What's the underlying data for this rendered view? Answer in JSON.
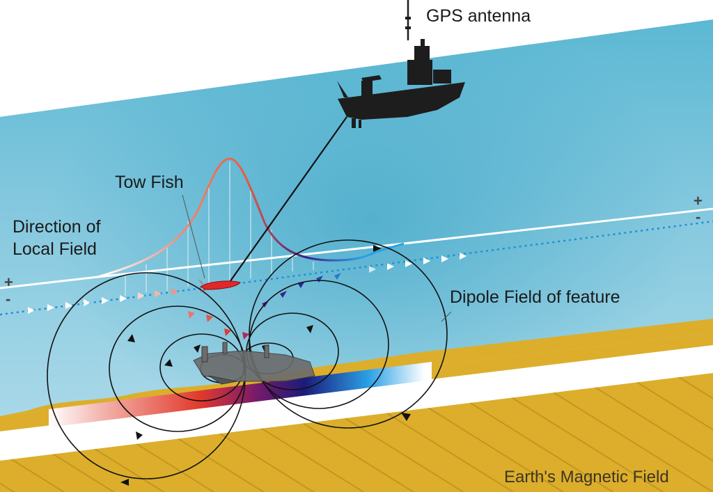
{
  "labels": {
    "gps_antenna": "GPS antenna",
    "tow_fish": "Tow Fish",
    "direction_line1": "Direction of",
    "direction_line2": "Local Field",
    "dipole_field": "Dipole Field of feature",
    "earth_field": "Earth's Magnetic Field",
    "plus_left": "+",
    "minus_left": "-",
    "plus_right": "+",
    "minus_right": "-"
  },
  "colors": {
    "sky": "#ffffff",
    "water_light": "#a9d7e6",
    "water_mid": "#6fc0d8",
    "water_deep": "#3fa7c6",
    "seabed": "#dcae2c",
    "anomaly_positive": "#e23a2c",
    "anomaly_negative": "#1b1b7a",
    "anomaly_light": "#2aa0e6",
    "tow_fish": "#e0282a",
    "ship": "#1d1d1d"
  },
  "icons": {
    "ship": "survey-ship-icon",
    "wreck": "shipwreck-icon",
    "tow_fish": "tow-fish-icon"
  }
}
